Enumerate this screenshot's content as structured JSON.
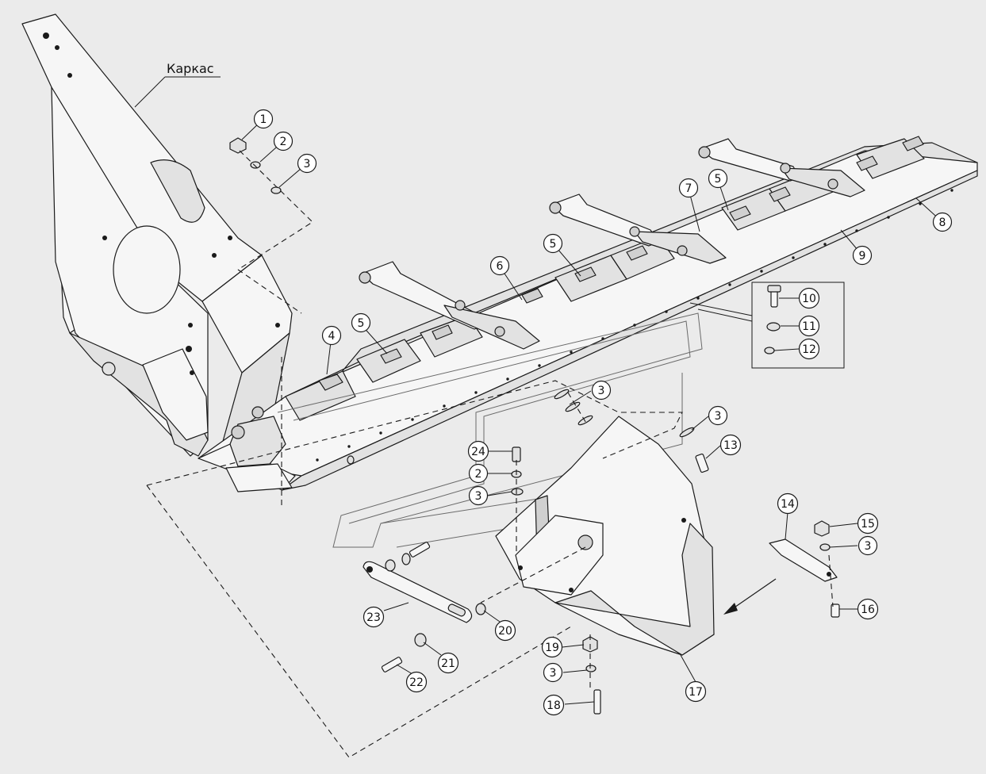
{
  "diagram": {
    "frame_label": "Каркас",
    "callouts": [
      "1",
      "2",
      "3",
      "3",
      "4",
      "5",
      "5",
      "5",
      "6",
      "7",
      "8",
      "9",
      "10",
      "11",
      "12",
      "3",
      "3",
      "13",
      "24",
      "2",
      "3",
      "14",
      "15",
      "3",
      "16",
      "17",
      "19",
      "3",
      "18",
      "23",
      "20",
      "21",
      "22"
    ]
  }
}
